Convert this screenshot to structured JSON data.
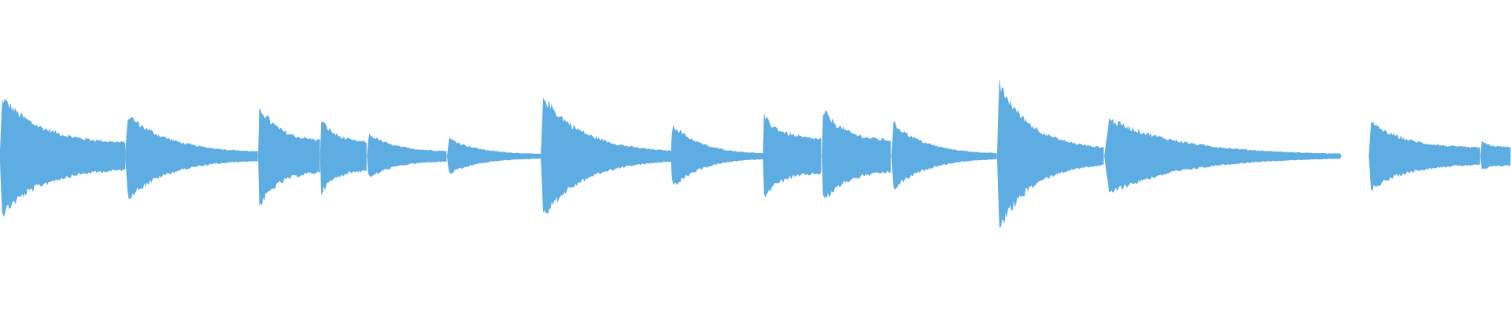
{
  "waveform": {
    "color": "#5dade2",
    "background": "#ffffff",
    "duration_fraction_silence": [
      0.888,
      0.906
    ],
    "events": [
      {
        "start": 0.0,
        "end": 0.083,
        "peak": 0.42,
        "floor": 0.08
      },
      {
        "start": 0.083,
        "end": 0.171,
        "peak": 0.3,
        "floor": 0.02
      },
      {
        "start": 0.171,
        "end": 0.212,
        "peak": 0.36,
        "floor": 0.1
      },
      {
        "start": 0.212,
        "end": 0.243,
        "peak": 0.26,
        "floor": 0.09
      },
      {
        "start": 0.243,
        "end": 0.296,
        "peak": 0.16,
        "floor": 0.03
      },
      {
        "start": 0.296,
        "end": 0.358,
        "peak": 0.13,
        "floor": 0.01
      },
      {
        "start": 0.358,
        "end": 0.444,
        "peak": 0.43,
        "floor": 0.02
      },
      {
        "start": 0.444,
        "end": 0.505,
        "peak": 0.23,
        "floor": 0.01
      },
      {
        "start": 0.505,
        "end": 0.544,
        "peak": 0.28,
        "floor": 0.11
      },
      {
        "start": 0.544,
        "end": 0.59,
        "peak": 0.33,
        "floor": 0.1
      },
      {
        "start": 0.59,
        "end": 0.66,
        "peak": 0.24,
        "floor": 0.01
      },
      {
        "start": 0.66,
        "end": 0.731,
        "peak": 0.52,
        "floor": 0.04
      },
      {
        "start": 0.731,
        "end": 0.888,
        "peak": 0.27,
        "floor": 0.005
      },
      {
        "start": 0.906,
        "end": 0.98,
        "peak": 0.24,
        "floor": 0.05
      },
      {
        "start": 0.98,
        "end": 1.0,
        "peak": 0.1,
        "floor": 0.06
      }
    ]
  }
}
